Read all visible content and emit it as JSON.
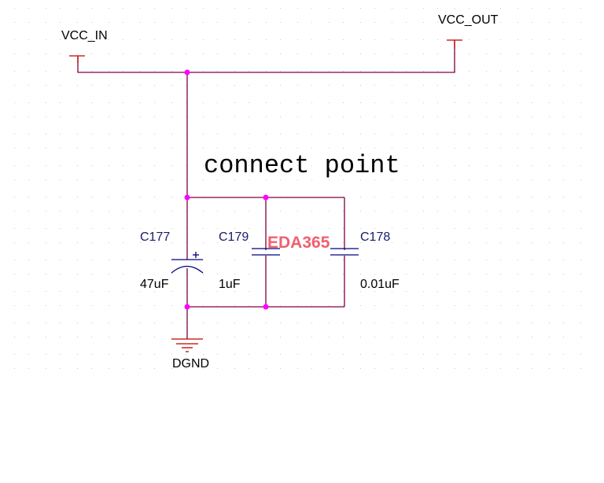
{
  "schematic": {
    "colors": {
      "wire": "#800040",
      "junction": "#ff00ff",
      "component": "#000080",
      "ground": "#c00000",
      "port": "#c00000",
      "watermark": "#f06070",
      "grid_dot": "#c8c8c8"
    },
    "power_ports": [
      {
        "name": "VCC_IN"
      },
      {
        "name": "VCC_OUT"
      }
    ],
    "ground": {
      "name": "DGND"
    },
    "annotation": "connect point",
    "watermark": "EDA365",
    "components": [
      {
        "ref": "C177",
        "value": "47uF",
        "type": "polarized-capacitor",
        "polarity_mark": "+"
      },
      {
        "ref": "C179",
        "value": "1uF",
        "type": "capacitor"
      },
      {
        "ref": "C178",
        "value": "0.01uF",
        "type": "capacitor"
      }
    ]
  }
}
